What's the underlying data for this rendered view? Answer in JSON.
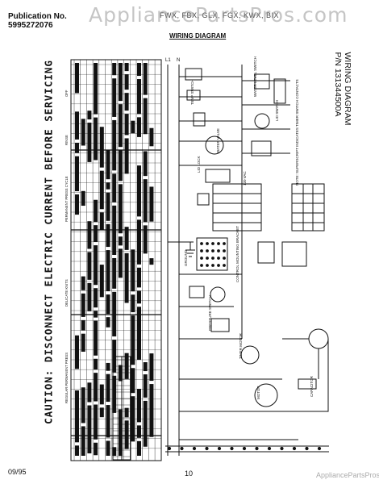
{
  "header": {
    "publication_label": "Publication No.",
    "publication_number": "5995272076",
    "model_line": "FWX, FBX, GLX, FGX, KWX, BIX",
    "page_title": "WIRING DIAGRAM"
  },
  "watermark": {
    "text": "AppliancePartsPros.com"
  },
  "caution": "CAUTION: DISCONNECT ELECTRIC CURRENT BEFORE SERVICING",
  "wiring_diagram_label": {
    "line1": "WIRING DIAGRAM",
    "line2": "P/N 131344500A"
  },
  "chart": {
    "section_labels": [
      "REGULAR PERMANENT PRESS",
      "DELICATE KNITS",
      "PERMANENT PRESS CYCLE",
      "OFF",
      "RINSE"
    ]
  },
  "schematic": {
    "labels": {
      "volts": "120 VAC",
      "lid_lock": "LID LOCK",
      "motor": "MOTOR",
      "timer_motor": "TIMER MOTOR",
      "water_valve": "WATER VALVE",
      "level_switch": "WATER LEVEL SWITCH",
      "lid_switch": "LID SWITCH",
      "temp_switch": "TEMP SWITCH",
      "capacitor": "CAPACITOR",
      "ground": "GROUND",
      "note": "NOTE: SUPERSCRIPT INDICATES TIMER SWITCH CONTACTS",
      "pressure_switch": "PRESSURE SWITCH",
      "control_bracket": "CONTROL MOUNTING BRACKET",
      "l1": "L1",
      "n": "N"
    }
  },
  "footer": {
    "date": "09/95",
    "page_number": "10",
    "watermark_small": "AppliancePartsPros.com"
  }
}
